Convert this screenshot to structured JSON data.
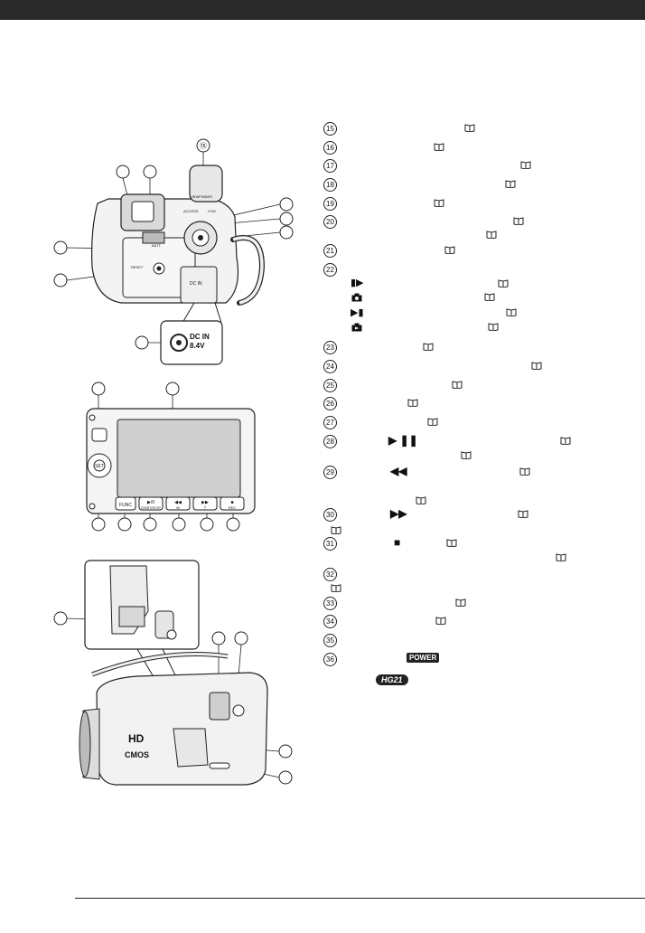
{
  "callout_numbers": [
    "15",
    "16",
    "17",
    "18",
    "19",
    "20",
    "21",
    "22",
    "23",
    "24",
    "25",
    "26",
    "27",
    "28",
    "29",
    "30",
    "31",
    "32",
    "33",
    "34",
    "35",
    "36"
  ],
  "figure_top": {
    "labels": {
      "viewfinder": "VIEWFINDER",
      "access": "ACCESS",
      "chg": "CHG",
      "batt": "BATT.",
      "reset": "RESET",
      "dc_in_door": "DC IN",
      "dc_in": "DC IN",
      "dc_voltage": "8.4V"
    }
  },
  "figure_mid": {
    "buttons": [
      "FUNC",
      "▶/II",
      "◀◀",
      "▶▶",
      "■"
    ],
    "button_sublabels": [
      "",
      "START/STOP",
      "W",
      "T",
      "REC"
    ],
    "set_label": "SET"
  },
  "figure_bottom": {
    "labels": {
      "hd": "HD",
      "cmos": "CMOS"
    }
  },
  "badges": {
    "power": "POWER",
    "model": "HG21"
  },
  "icons": [
    "viewfinder-icon",
    "camera-icon",
    "playback-icon"
  ]
}
